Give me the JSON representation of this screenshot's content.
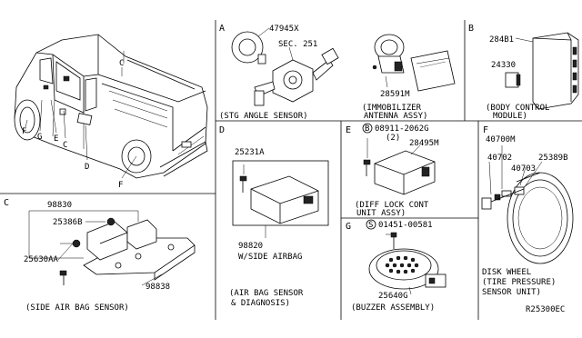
{
  "diagram_ref": "R25300EC",
  "panel_ids": {
    "A": "A",
    "B": "B",
    "C": "C",
    "D": "D",
    "E": "E",
    "F": "F",
    "G": "G"
  },
  "vehicle_callouts": {
    "c1": "C",
    "c2": "C",
    "d": "D",
    "e": "E",
    "f1": "F",
    "f2": "F",
    "g": "G"
  },
  "panel_A": {
    "part_1": "47945X",
    "part_2": "SEC. 251",
    "caption": "(STG ANGLE SENSOR)",
    "part_3": "28591M",
    "caption_2_line1": "(IMMOBILIZER",
    "caption_2_line2": "ANTENNA ASSY)"
  },
  "panel_B": {
    "part_1": "284B1",
    "part_2": "24330",
    "caption_line1": "(BODY CONTROL",
    "caption_line2": "MODULE)"
  },
  "panel_C": {
    "part_1": "98830",
    "part_2": "25386B",
    "part_3": "25630AA",
    "part_4": "98838",
    "caption": "(SIDE AIR BAG SENSOR)"
  },
  "panel_D": {
    "part_1": "25231A",
    "part_2": "98820",
    "part_2_desc": "W/SIDE AIRBAG",
    "caption_line1": "(AIR BAG SENSOR",
    "caption_line2": "& DIAGNOSIS)"
  },
  "panel_E": {
    "bolt_symbol": "B",
    "part_1": "08911-2062G",
    "part_1_qty": "(2)",
    "part_2": "28495M",
    "caption_line1": "(DIFF LOCK CONT",
    "caption_line2": "UNIT ASSY)"
  },
  "panel_F": {
    "part_1": "40700M",
    "part_2": "40702",
    "part_3": "25389B",
    "part_4": "40703",
    "caption_line1": "DISK WHEEL",
    "caption_line2": "(TIRE PRESSURE)",
    "caption_line3": "SENSOR UNIT)"
  },
  "panel_G": {
    "screw_symbol": "S",
    "part_1": "01451-00581",
    "part_2": "25640G",
    "caption": "(BUZZER ASSEMBLY)"
  }
}
